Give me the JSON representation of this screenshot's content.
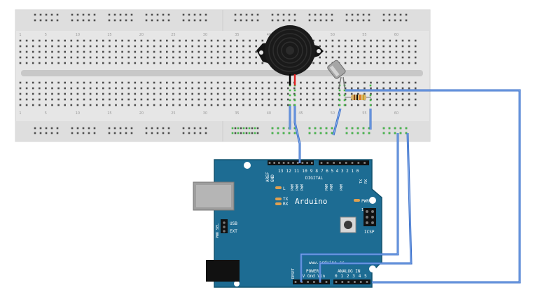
{
  "arduino": {
    "brand": "Arduino",
    "website": "www.arduino.cc",
    "labels": {
      "aref": "AREF",
      "gnd": "GND",
      "pins_high": "13 12 11 10 9 8",
      "pins_low": "7 6 5 4 3 2 1 0",
      "digital": "DIGITAL",
      "pwm": "PWM",
      "tx_pin": "TX",
      "rx_pin": "RX",
      "led_l": "L",
      "led_tx": "TX",
      "led_rx": "RX",
      "led_pwr": "PWR",
      "icsp": "ICSP",
      "pwr_sel": "PWR SEL",
      "usb": "USB",
      "ext": "EXT",
      "reset": "RESET",
      "power": "POWER",
      "power_pins": "5V Gnd Vin",
      "analog_in": "ANALOG IN",
      "analog_pins": "0 1 2 3 4 5",
      "icsp_pin1": "1"
    }
  },
  "breadboard": {
    "column_numbers": [
      "1",
      "5",
      "10",
      "15",
      "20",
      "25",
      "30",
      "35",
      "40",
      "45",
      "50",
      "55",
      "60"
    ]
  },
  "colors": {
    "board": "#1d6c93",
    "board_dark": "#13536f",
    "breadboard": "#e6e6e6",
    "wire": "#3a6fc9",
    "wire_highlight": "#8fb4ee",
    "active_hole": "#46b84a"
  },
  "components": [
    "piezo-buzzer",
    "tilt-switch",
    "resistor"
  ]
}
